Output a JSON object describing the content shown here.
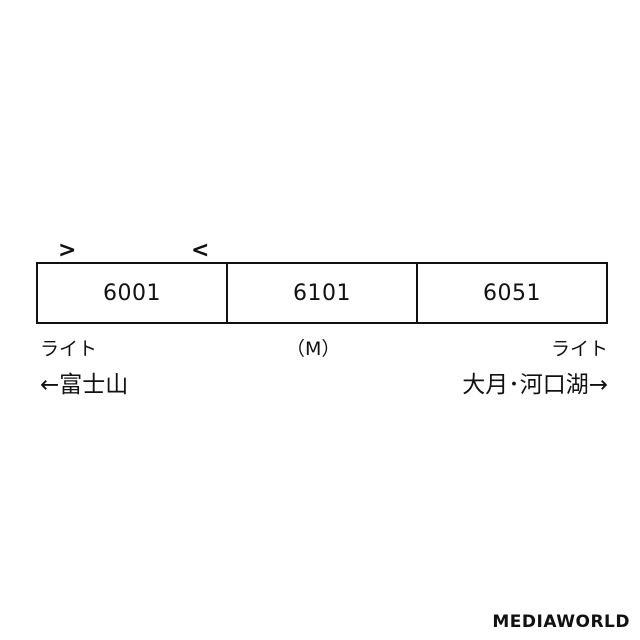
{
  "pantographs": [
    ">",
    "<"
  ],
  "cars": [
    {
      "number": "6001"
    },
    {
      "number": "6101"
    },
    {
      "number": "6051"
    }
  ],
  "labels": {
    "left_light": "ライト",
    "motor": "（M）",
    "right_light": "ライト",
    "left_destination": "←富士山",
    "right_destination": "大月･河口湖→"
  },
  "watermark": "MEDIAWORLD"
}
